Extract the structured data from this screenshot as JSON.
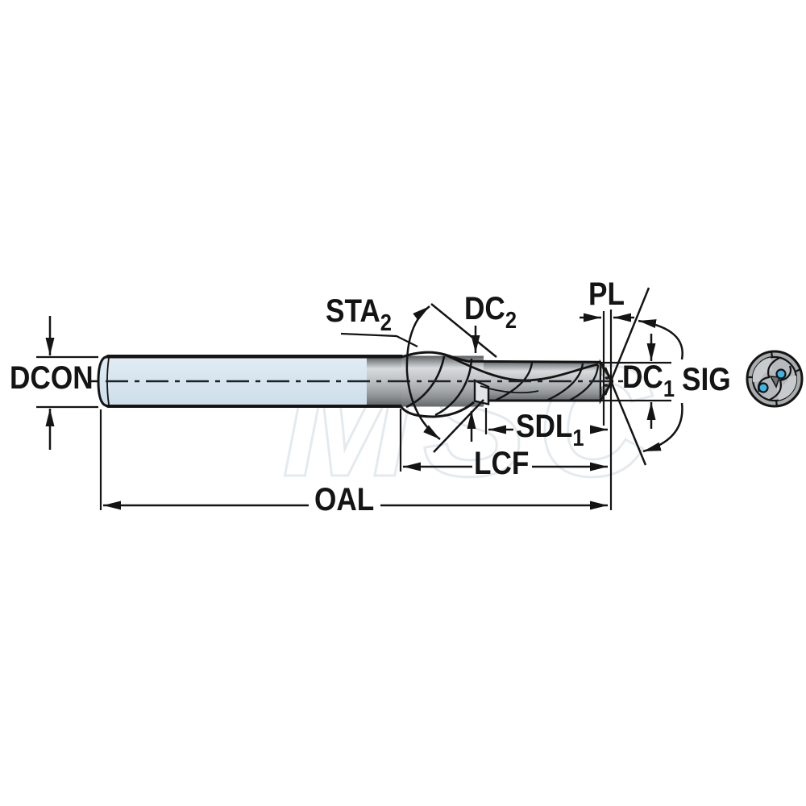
{
  "figure": {
    "watermark": "MSC",
    "subject": "Step drill dimension drawing with side view and end view"
  },
  "colors": {
    "line": "#141414",
    "shank_blue": "#d7e5ef",
    "body_gray_light": "#d8dbdd",
    "body_gray_dark": "#64686b",
    "coolant_hole_blue": "#3db4e6",
    "background": "#ffffff"
  },
  "labels": {
    "dcon": {
      "base": "DCON",
      "sub": ""
    },
    "sta2": {
      "base": "STA",
      "sub": "2"
    },
    "dc2": {
      "base": "DC",
      "sub": "2"
    },
    "pl": {
      "base": "PL",
      "sub": ""
    },
    "dc1": {
      "base": "DC",
      "sub": "1"
    },
    "sig": {
      "base": "SIG",
      "sub": ""
    },
    "sdl1": {
      "base": "SDL",
      "sub": "1"
    },
    "lcf": {
      "base": "LCF",
      "sub": ""
    },
    "oal": {
      "base": "OAL",
      "sub": ""
    }
  }
}
